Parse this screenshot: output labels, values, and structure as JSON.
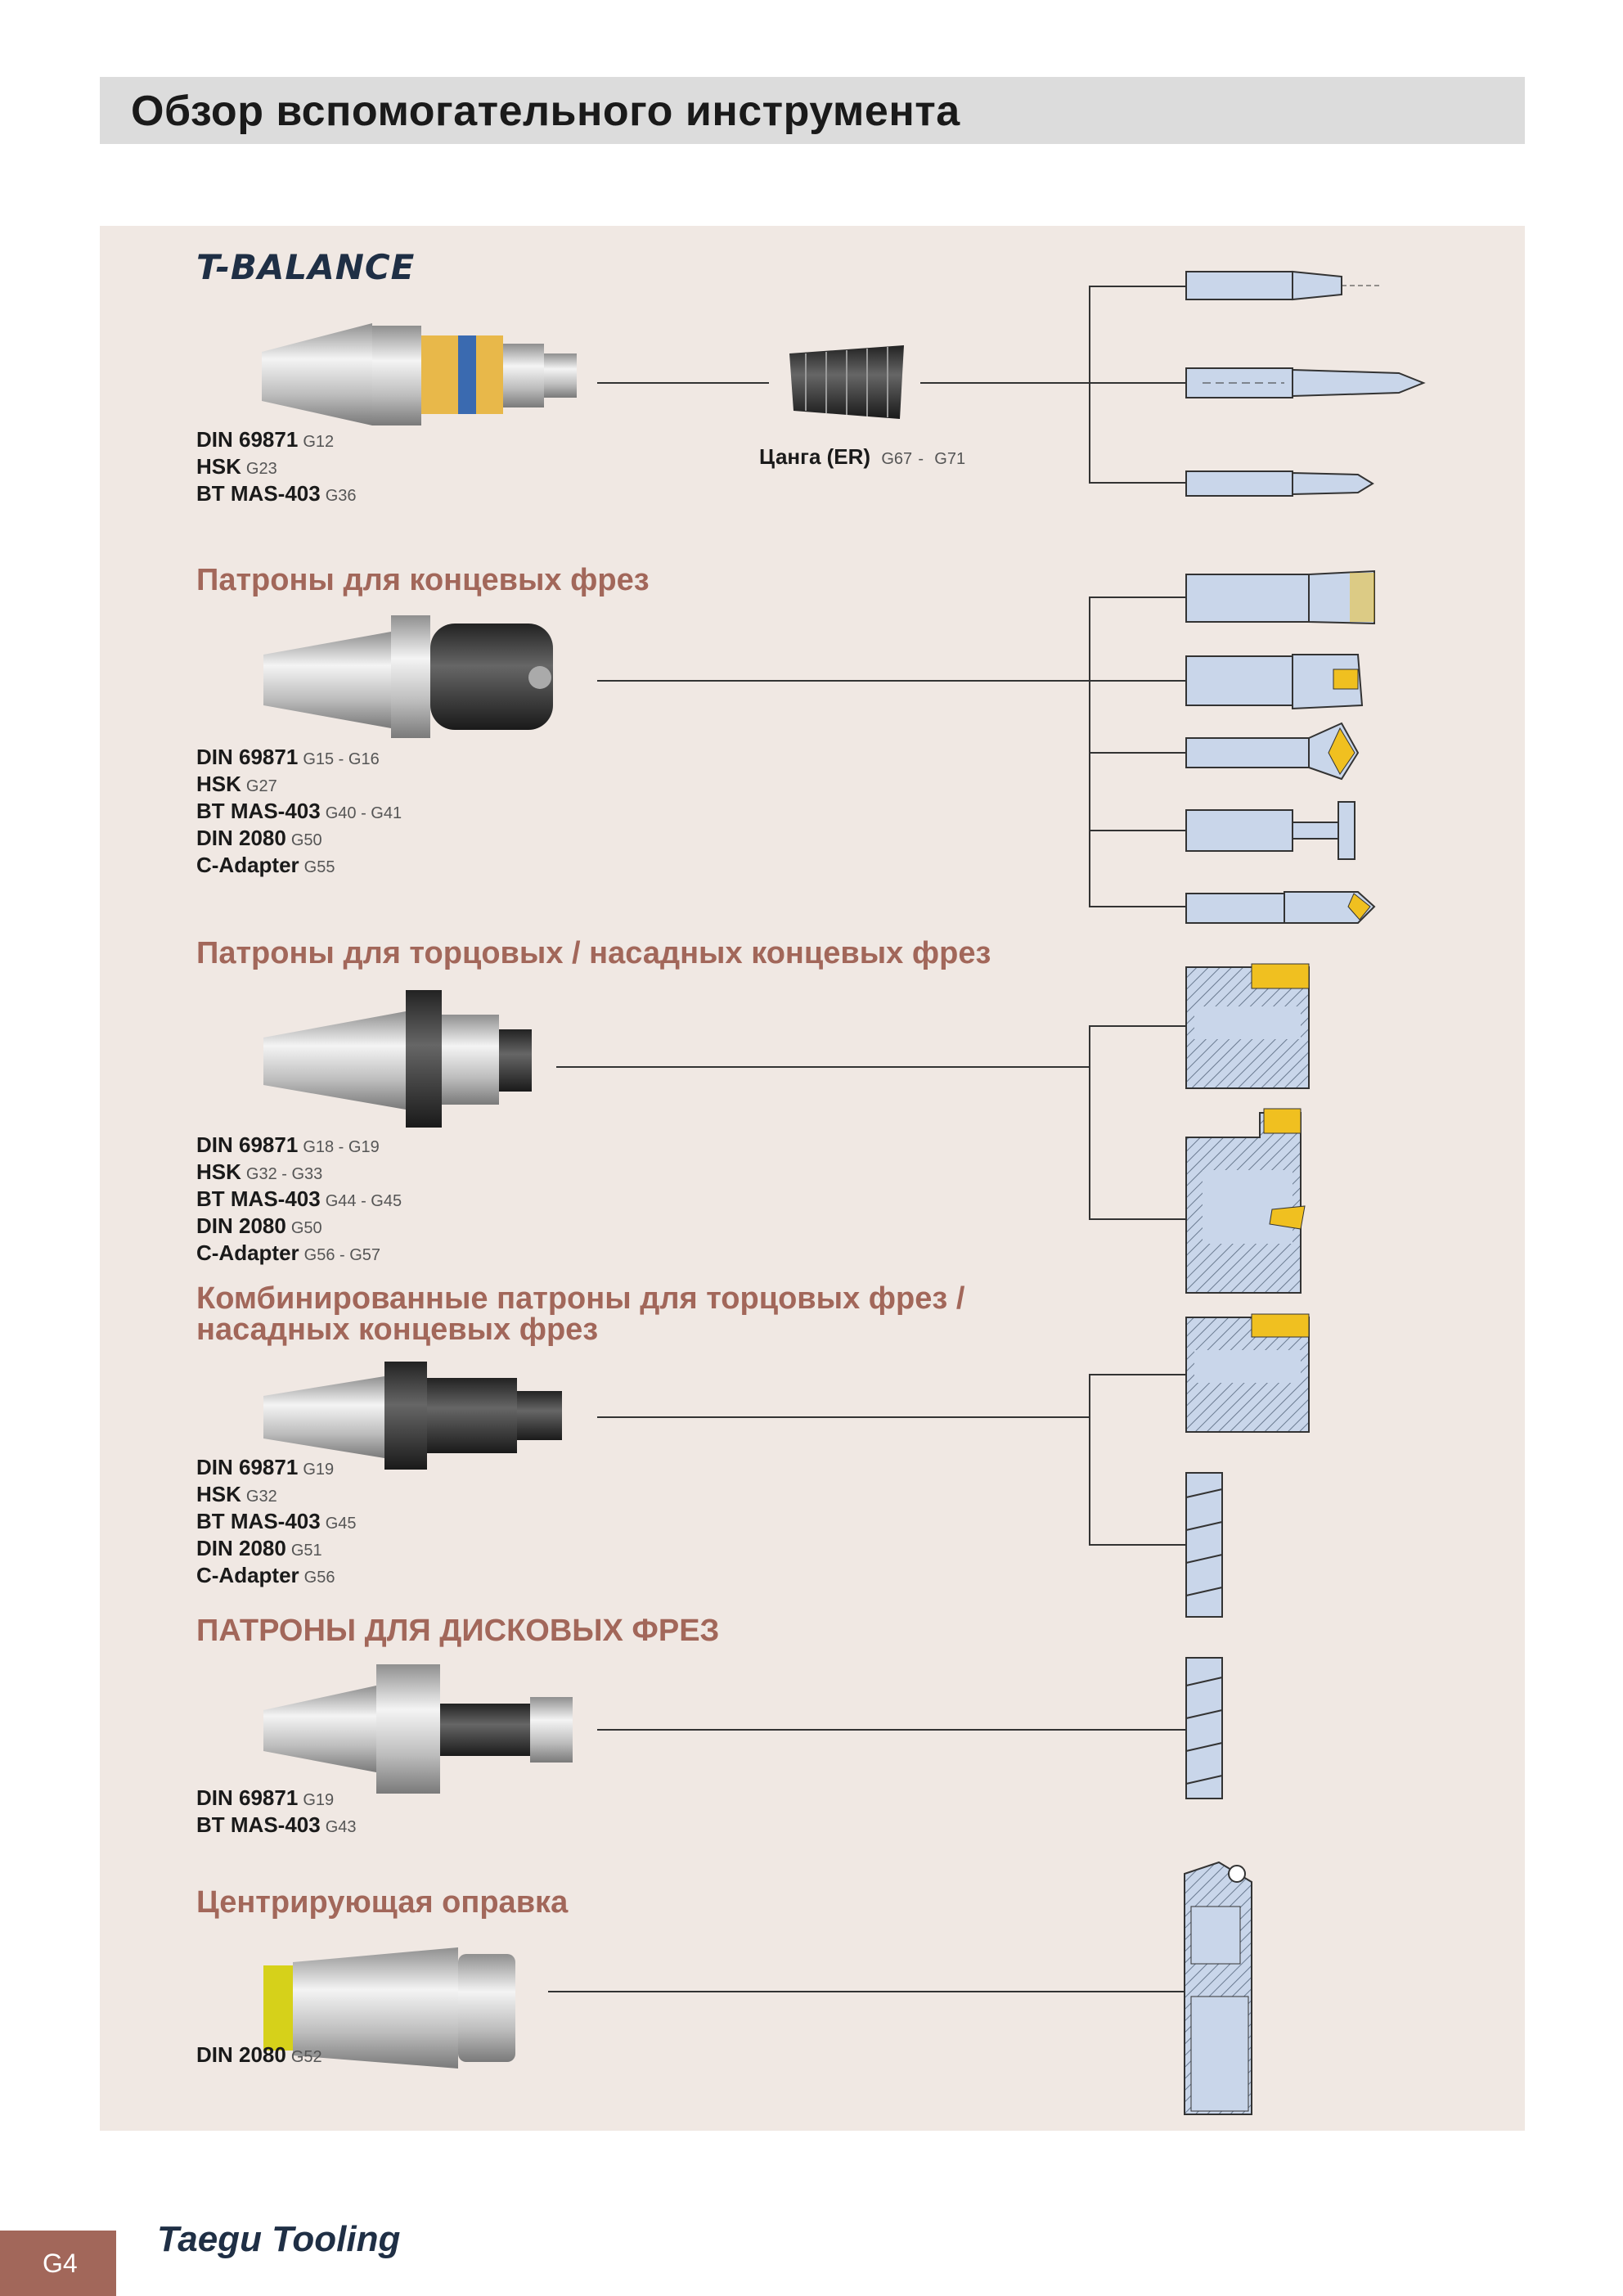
{
  "page": {
    "title": "Обзор вспомогательного инструмента",
    "page_number": "G4"
  },
  "brand": {
    "tbalance_logo": "T-BALANCE",
    "company_logo": "Taegu Tooling"
  },
  "collet": {
    "label": "Цанга (ER)",
    "pages_from": "G67",
    "pages_sep": "-",
    "pages_to": "G71"
  },
  "sections": [
    {
      "title": "",
      "refs": [
        {
          "standard": "DIN 69871",
          "pages": "G12"
        },
        {
          "standard": "HSK",
          "pages": "G23"
        },
        {
          "standard": "BT MAS-403",
          "pages": "G36"
        }
      ]
    },
    {
      "title": "Патроны для концевых фрез",
      "refs": [
        {
          "standard": "DIN 69871",
          "pages": "G15 - G16"
        },
        {
          "standard": "HSK",
          "pages": "G27"
        },
        {
          "standard": "BT MAS-403",
          "pages": "G40 - G41"
        },
        {
          "standard": "DIN 2080",
          "pages": "G50"
        },
        {
          "standard": "C-Adapter",
          "pages": "G55"
        }
      ]
    },
    {
      "title": "Патроны для торцовых / насадных концевых фрез",
      "refs": [
        {
          "standard": "DIN 69871",
          "pages": "G18 - G19"
        },
        {
          "standard": "HSK",
          "pages": "G32 - G33"
        },
        {
          "standard": "BT MAS-403",
          "pages": "G44 - G45"
        },
        {
          "standard": "DIN 2080",
          "pages": "G50"
        },
        {
          "standard": "C-Adapter",
          "pages": "G56 - G57"
        }
      ]
    },
    {
      "title_line1": "Комбинированные патроны для торцовых фрез /",
      "title_line2": "насадных концевых фрез",
      "refs": [
        {
          "standard": "DIN 69871",
          "pages": "G19"
        },
        {
          "standard": "HSK",
          "pages": "G32"
        },
        {
          "standard": "BT MAS-403",
          "pages": "G45"
        },
        {
          "standard": "DIN 2080",
          "pages": "G51"
        },
        {
          "standard": "C-Adapter",
          "pages": "G56"
        }
      ]
    },
    {
      "title": "ПАТРОНЫ ДЛЯ ДИСКОВЫХ ФРЕЗ",
      "refs": [
        {
          "standard": "DIN 69871",
          "pages": "G19"
        },
        {
          "standard": "BT MAS-403",
          "pages": "G43"
        }
      ]
    },
    {
      "title": "Центрирующая оправка",
      "refs": [
        {
          "standard": "DIN 2080",
          "pages": "G52"
        }
      ]
    }
  ],
  "colors": {
    "accent": "#a2675a",
    "panel_bg": "#f0e8e3",
    "header_bg": "#dcdcdc",
    "tool_blue": "#c9d6ea",
    "insert_yellow": "#f0c020"
  }
}
